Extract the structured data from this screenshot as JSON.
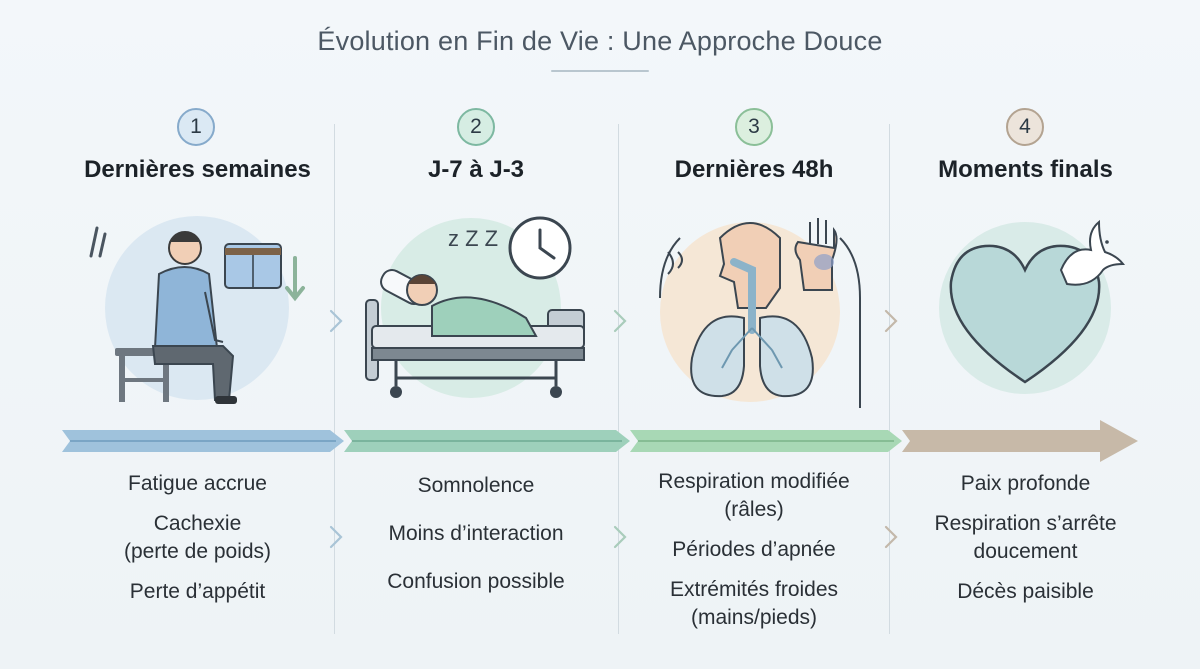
{
  "title": "Évolution en Fin de Vie : Une Approche Douce",
  "colors": {
    "stage1": "#9fc2dc",
    "stage2": "#9ed0bb",
    "stage3": "#a8d8b5",
    "stage4": "#c7b9a8"
  },
  "stages": [
    {
      "number": "1",
      "title": "Dernières semaines",
      "notes": [
        "Fatigue accrue",
        "Cachexie\n(perte de poids)",
        "Perte d’appétit"
      ]
    },
    {
      "number": "2",
      "title": "J-7 à J-3",
      "notes": [
        "Somnolence",
        "Moins d’interaction",
        "Confusion possible"
      ]
    },
    {
      "number": "3",
      "title": "Dernières 48h",
      "notes": [
        "Respiration modifiée\n(râles)",
        "Périodes d’apnée",
        "Extrémités froides\n(mains/pieds)"
      ]
    },
    {
      "number": "4",
      "title": "Moments finals",
      "notes": [
        "Paix profonde",
        "Respiration s’arrête\ndoucement",
        "Décès paisible"
      ]
    }
  ],
  "illustrations": [
    "tired-person-illustration",
    "sleeping-in-bed-illustration",
    "breathing-lungs-illustration",
    "heart-dove-illustration"
  ],
  "sleep_text": "z Z Z"
}
